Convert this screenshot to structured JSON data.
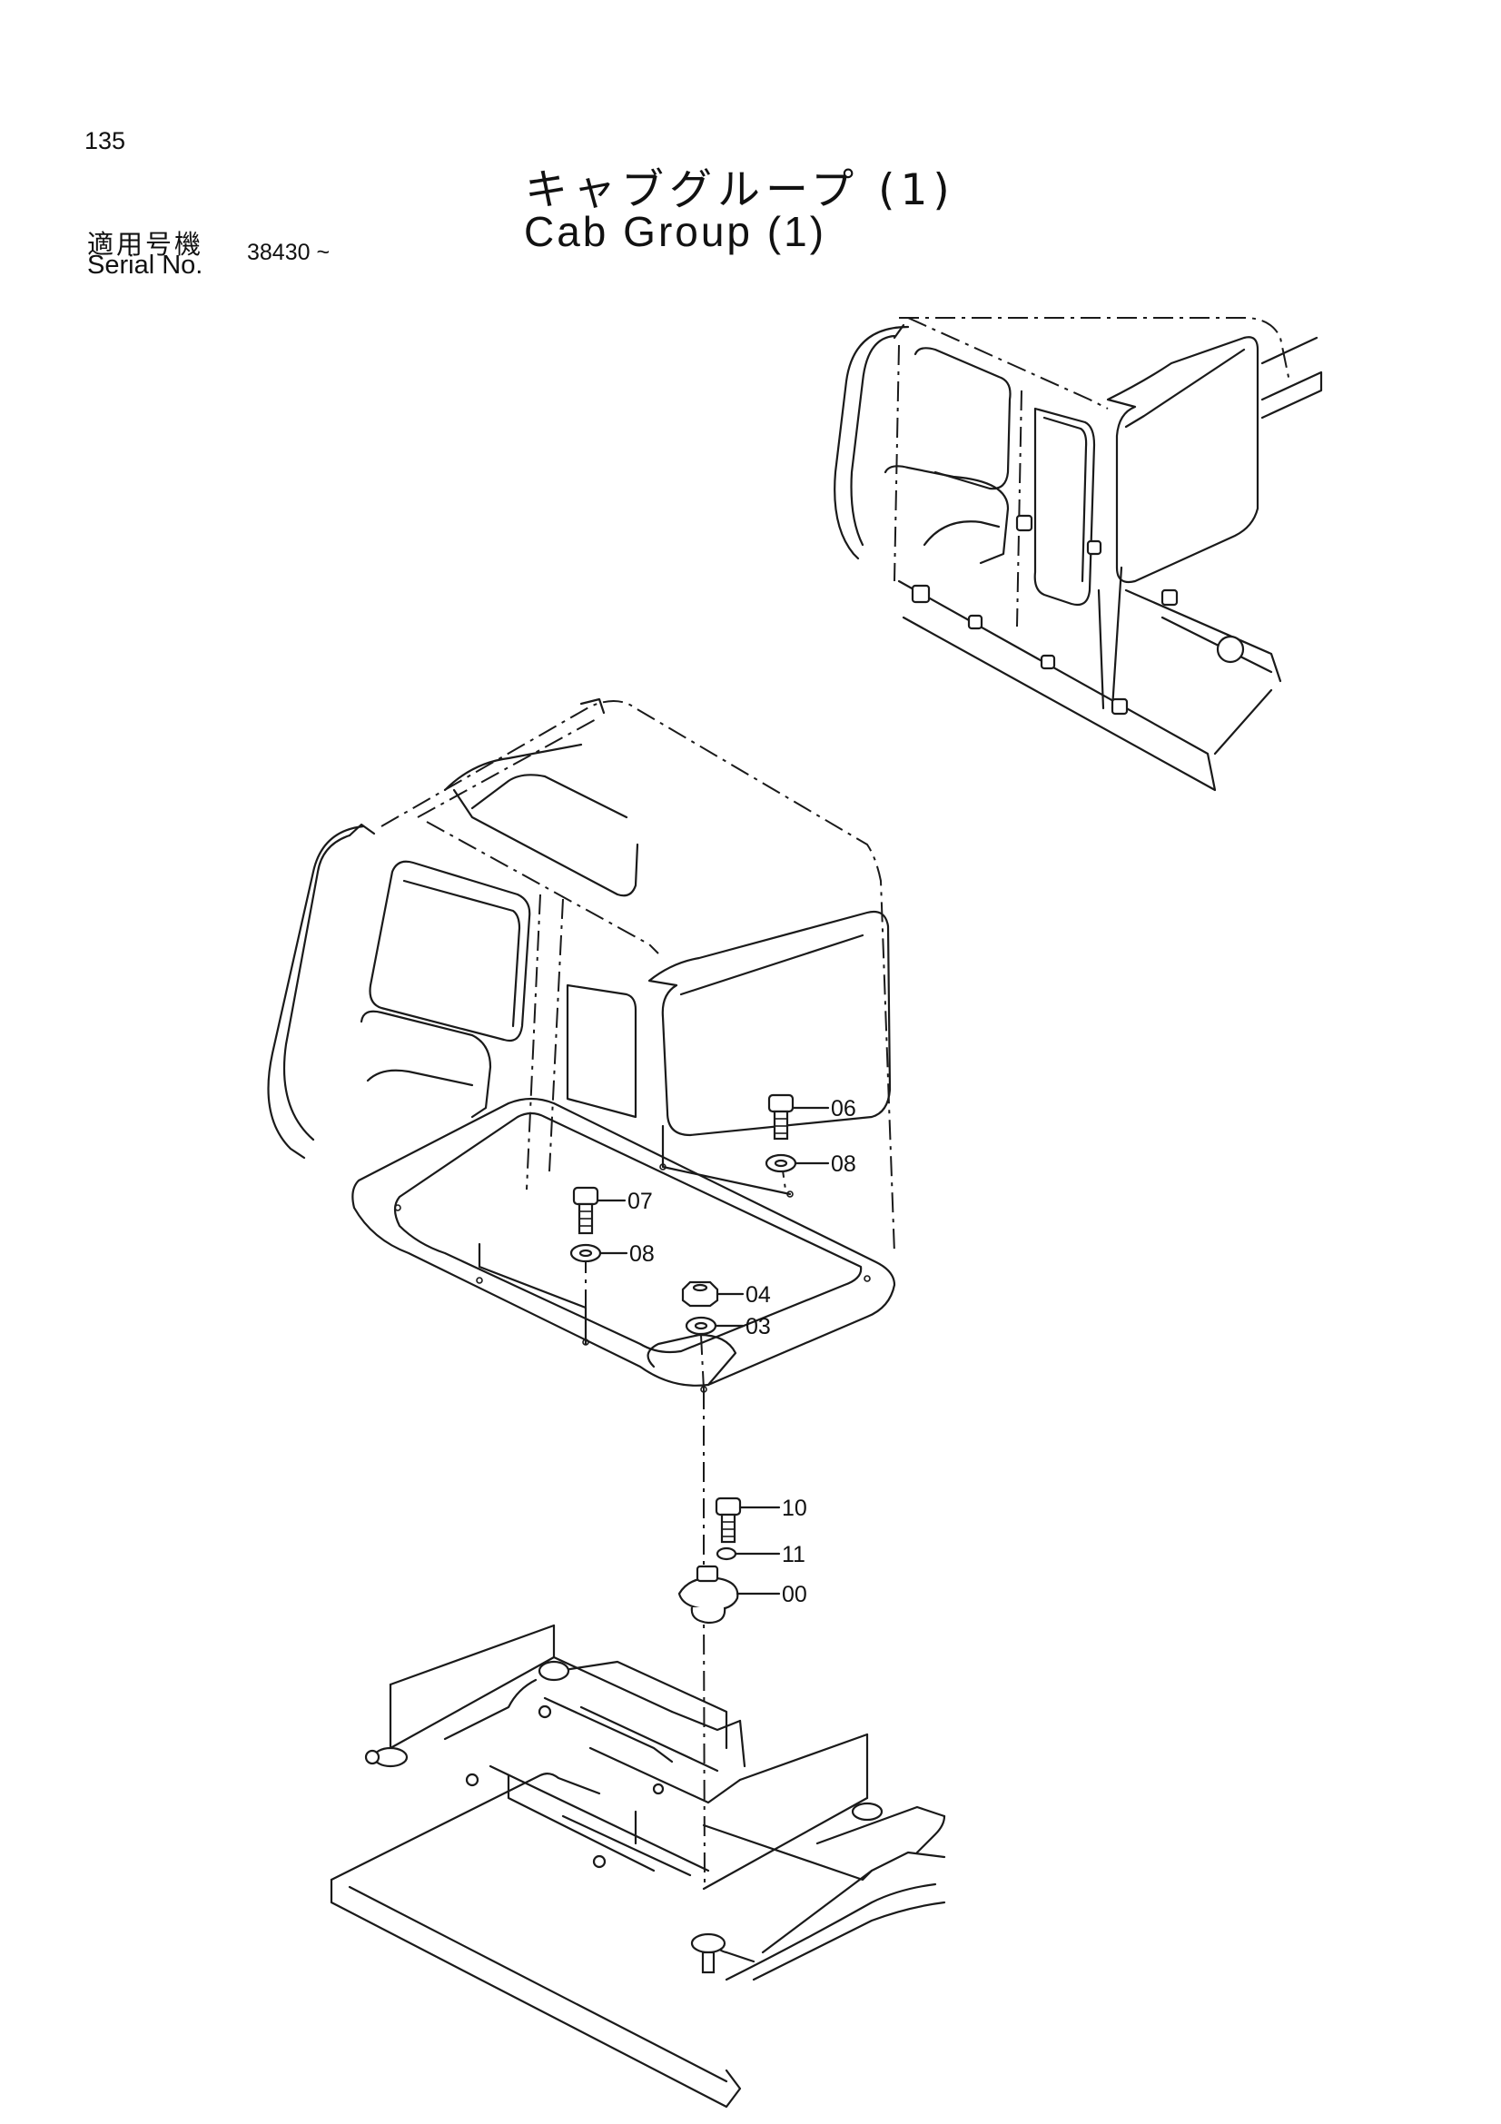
{
  "page": {
    "number": "135"
  },
  "title": {
    "jp": "キャブグループ (1)",
    "en": "Cab Group (1)"
  },
  "serial": {
    "label_jp": "適用号機",
    "label_en": "Serial No.",
    "value": "38430 ~"
  },
  "callouts": [
    {
      "id": "06",
      "label": "06"
    },
    {
      "id": "08a",
      "label": "08"
    },
    {
      "id": "07",
      "label": "07"
    },
    {
      "id": "08b",
      "label": "08"
    },
    {
      "id": "04",
      "label": "04"
    },
    {
      "id": "03",
      "label": "03"
    },
    {
      "id": "10",
      "label": "10"
    },
    {
      "id": "11",
      "label": "11"
    },
    {
      "id": "00",
      "label": "00"
    }
  ]
}
